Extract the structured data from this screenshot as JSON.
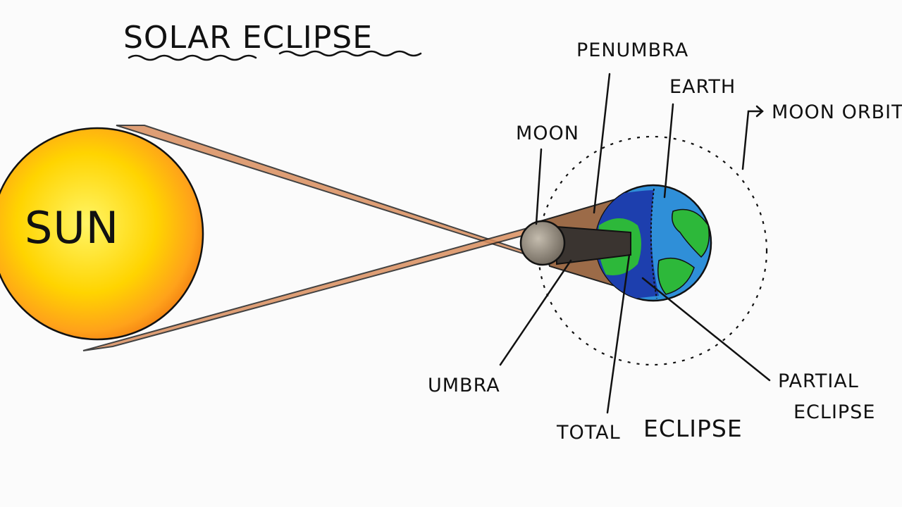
{
  "title": "SOLAR ECLIPSE",
  "labels": {
    "sun": "SUN",
    "penumbra": "PENUMBRA",
    "earth": "EARTH",
    "moon": "MOON",
    "moon_orbit": "MOON ORBIT",
    "umbra": "UMBRA",
    "partial_eclipse_line1": "PARTIAL",
    "partial_eclipse_line2": "ECLIPSE",
    "total_eclipse_word1": "TOTAL",
    "total_eclipse_word2": "ECLIPSE"
  },
  "colors": {
    "sun_core": "#fff200",
    "sun_edge": "#f07a12",
    "penumbra_fill": "#d98e5e",
    "shadow_dark": "#4a4038",
    "moon_fill": "#8f8679",
    "earth_ocean": "#2f8fd8",
    "earth_land": "#2db83a",
    "night_side": "#1d3fae"
  }
}
